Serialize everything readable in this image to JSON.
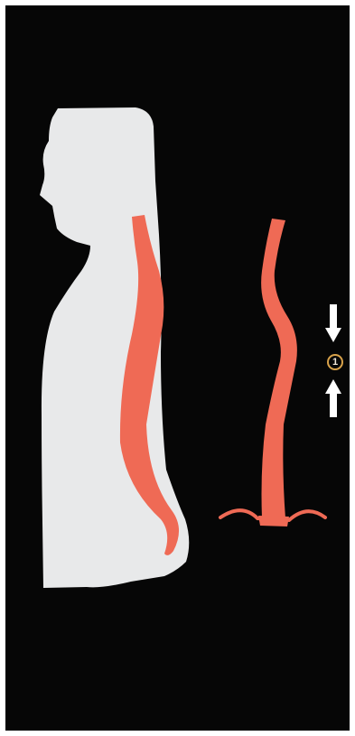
{
  "colors": {
    "background": "#060606",
    "silhouette": "#e8e9ea",
    "spine": "#ef6a55",
    "arrow": "#ffffff",
    "label_ring": "#d8a24a"
  },
  "figures": {
    "body_silhouette": "human-profile-silhouette",
    "spine_in_body": "spine-curve",
    "spine_isolated": "isolated-spine-curve",
    "pelvis_base": "pelvis-base"
  },
  "arrows": {
    "top": "arrow-down-icon",
    "bottom": "arrow-up-icon"
  },
  "label": {
    "number": "1"
  }
}
